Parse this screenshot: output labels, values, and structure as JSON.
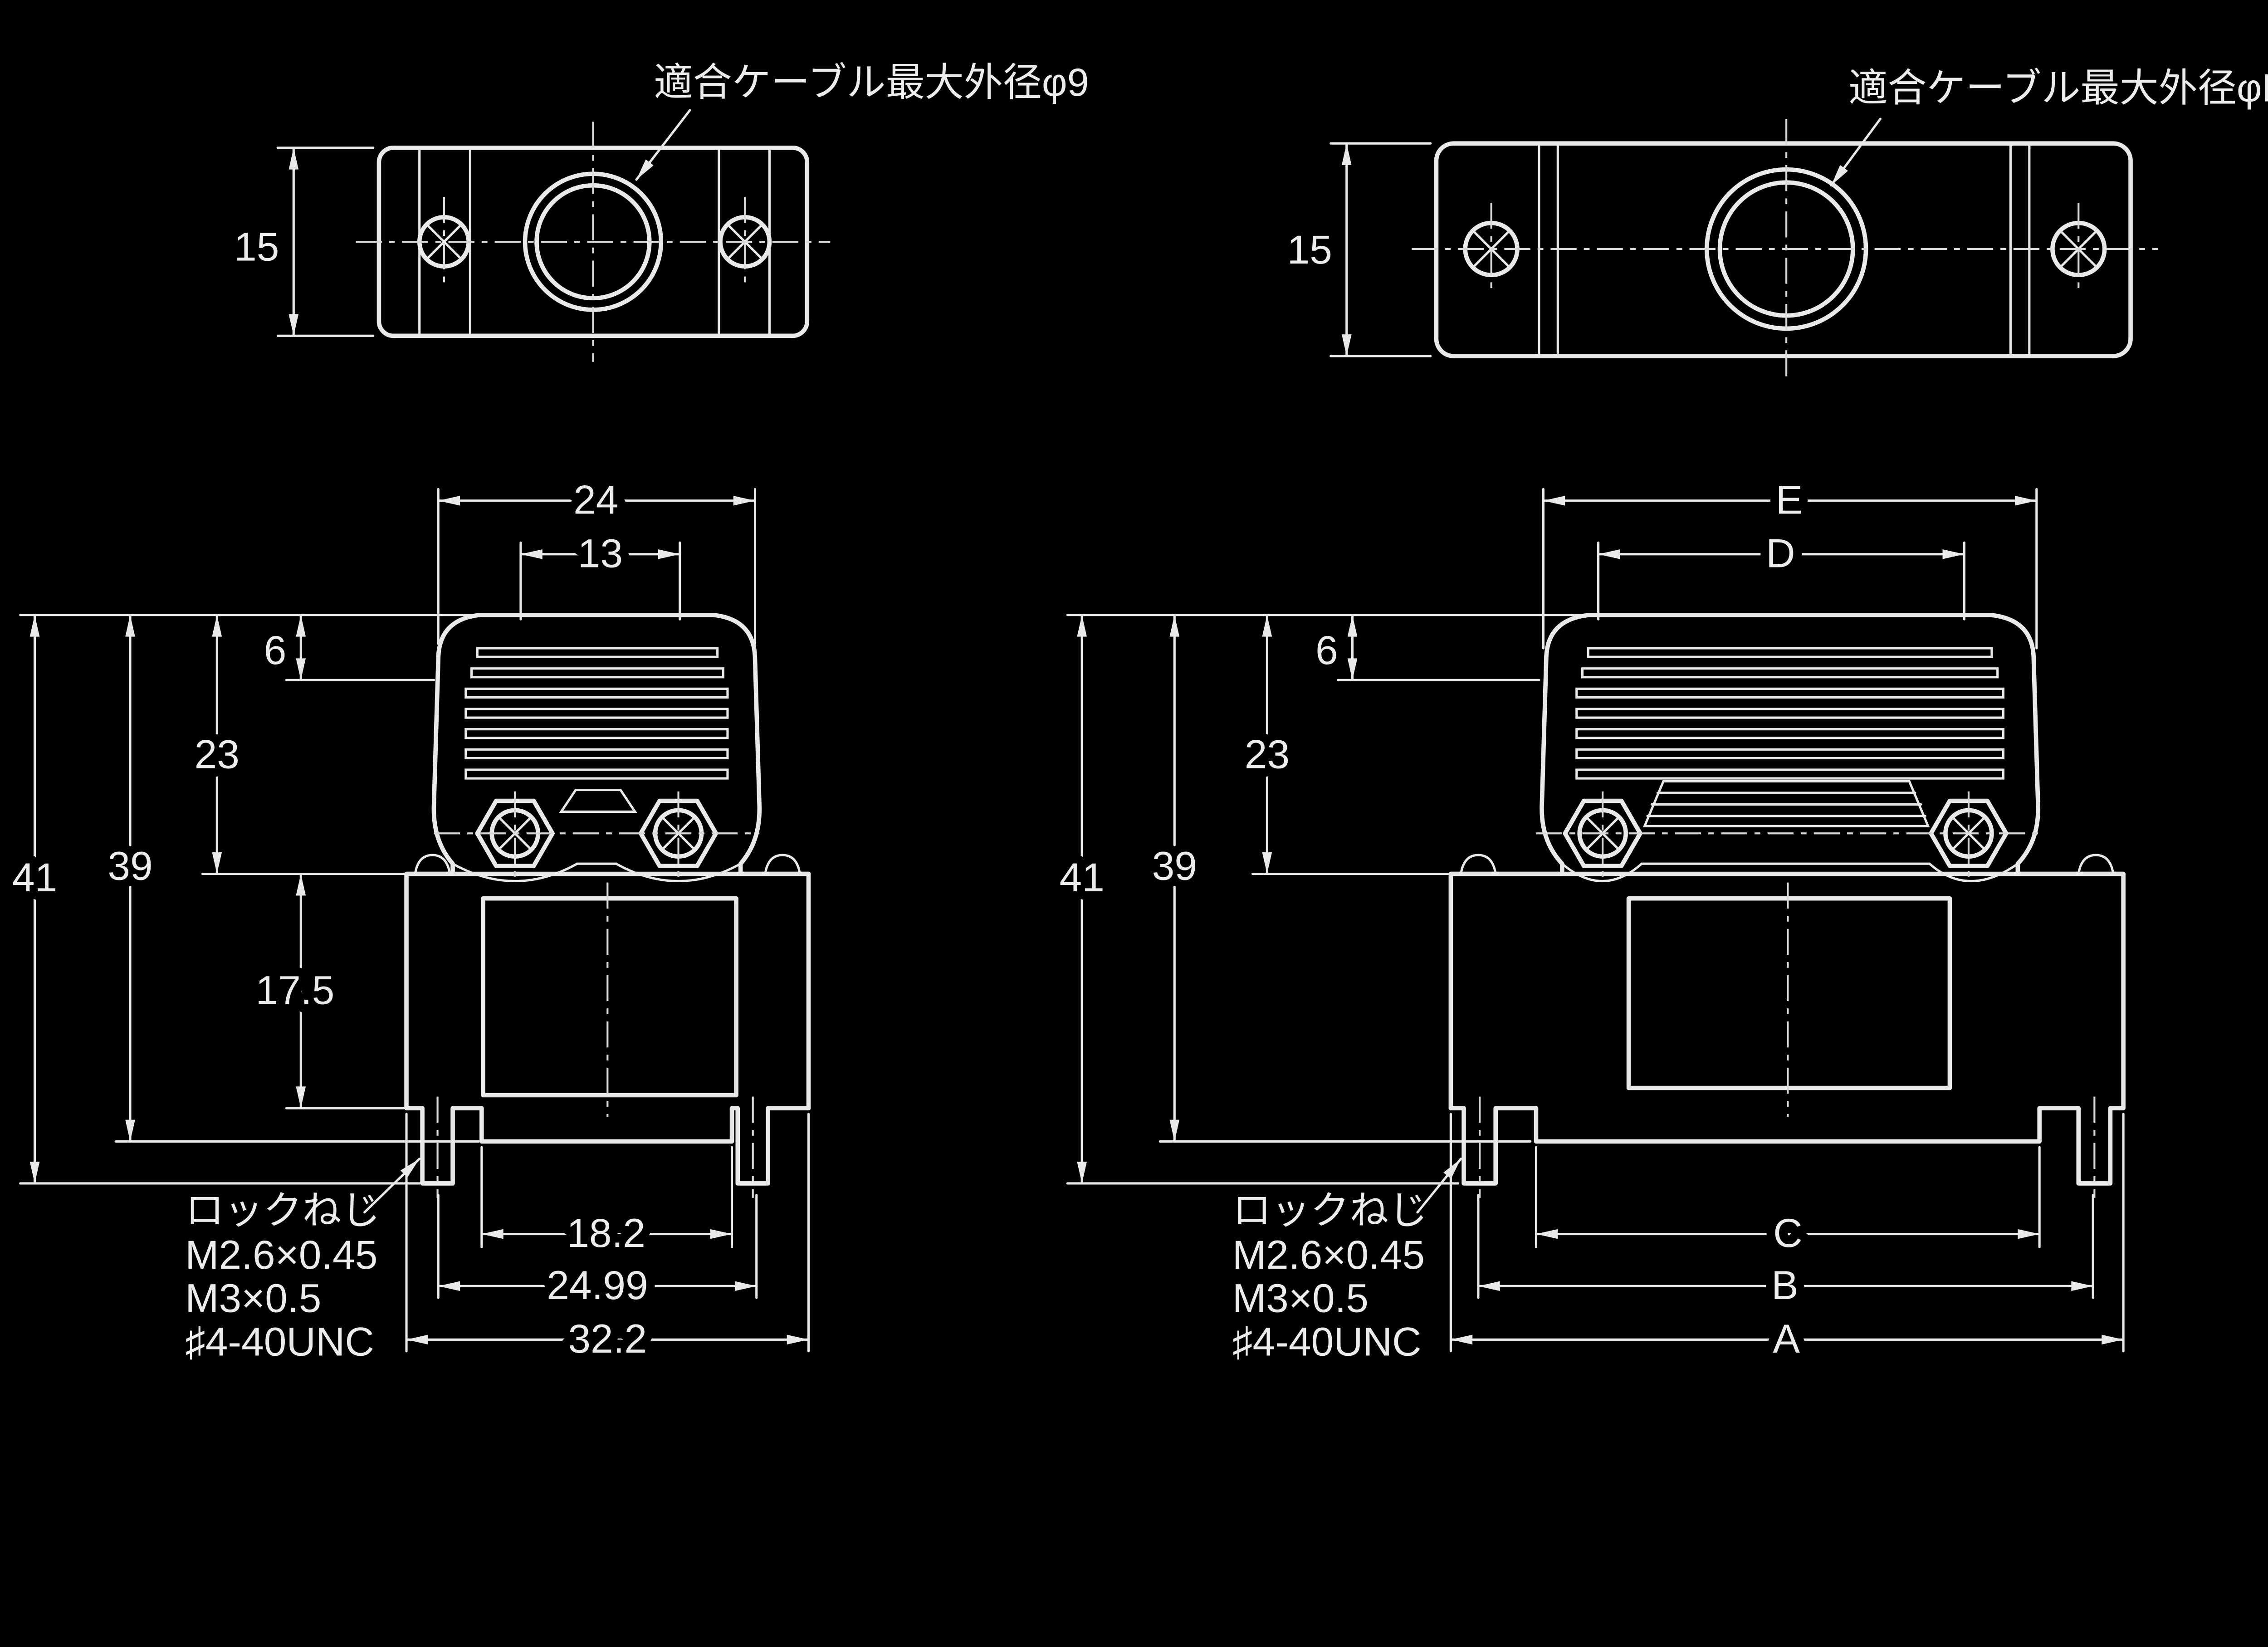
{
  "palette": {
    "background": "#000000",
    "line": "#e9e9e9"
  },
  "left": {
    "cable_note": "適合ケーブル最大外径φ9",
    "top_view": {
      "height": "15"
    },
    "front_view": {
      "top_width": "24",
      "top_inner_width": "13",
      "cap_height": "6",
      "hood_height": "23",
      "overall_height": "41",
      "body_height": "39",
      "lower_height": "17.5",
      "opening_width": "18.2",
      "flange_width": "24.99",
      "overall_width": "32.2"
    },
    "lock_note": [
      "ロックねじ",
      "M2.6×0.45",
      "M3×0.5",
      "♯4-40UNC"
    ]
  },
  "right": {
    "cable_note": "適合ケーブル最大外径φF",
    "top_view": {
      "height": "15"
    },
    "front_view": {
      "top_width": "E",
      "top_inner_width": "D",
      "cap_height": "6",
      "hood_height": "23",
      "overall_height": "41",
      "body_height": "39",
      "opening_width": "C",
      "flange_width": "B",
      "overall_width": "A"
    },
    "lock_note": [
      "ロックねじ",
      "M2.6×0.45",
      "M3×0.5",
      "♯4-40UNC"
    ]
  }
}
